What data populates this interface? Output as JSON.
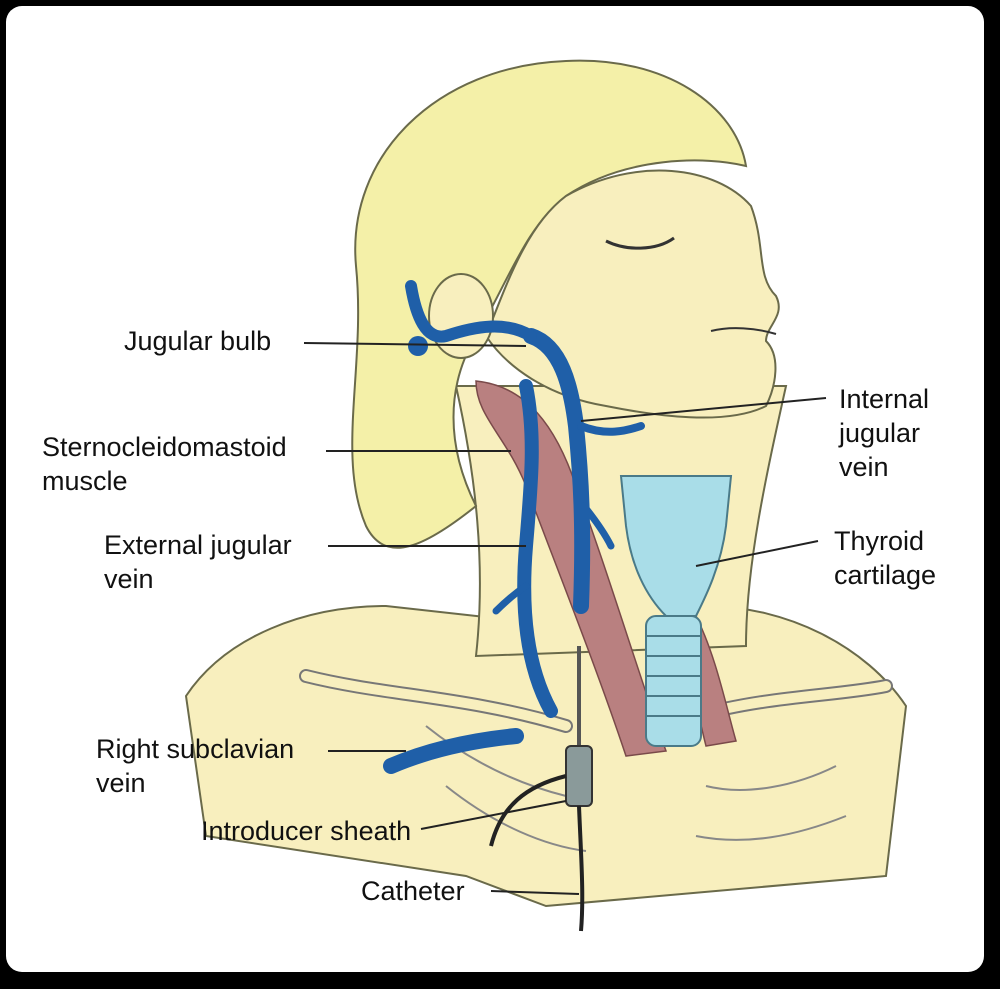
{
  "labels": {
    "jugular_bulb": "Jugular bulb",
    "sternocleidomastoid": [
      "Sternocleidomastoid",
      "muscle"
    ],
    "external_jugular": [
      "External jugular",
      "vein"
    ],
    "right_subclavian": [
      "Right subclavian",
      "vein"
    ],
    "introducer_sheath": "Introducer sheath",
    "catheter": "Catheter",
    "internal_jugular": [
      "Internal",
      "jugular",
      "vein"
    ],
    "thyroid_cartilage": [
      "Thyroid",
      "cartilage"
    ]
  },
  "colors": {
    "frame": "#000000",
    "background": "#ffffff",
    "hair": "#f4f0a8",
    "skin": "#f8efbe",
    "vein": "#1f5fa8",
    "muscle": "#b98080",
    "cartilage": "#a9dde8",
    "leader": "#222222"
  }
}
